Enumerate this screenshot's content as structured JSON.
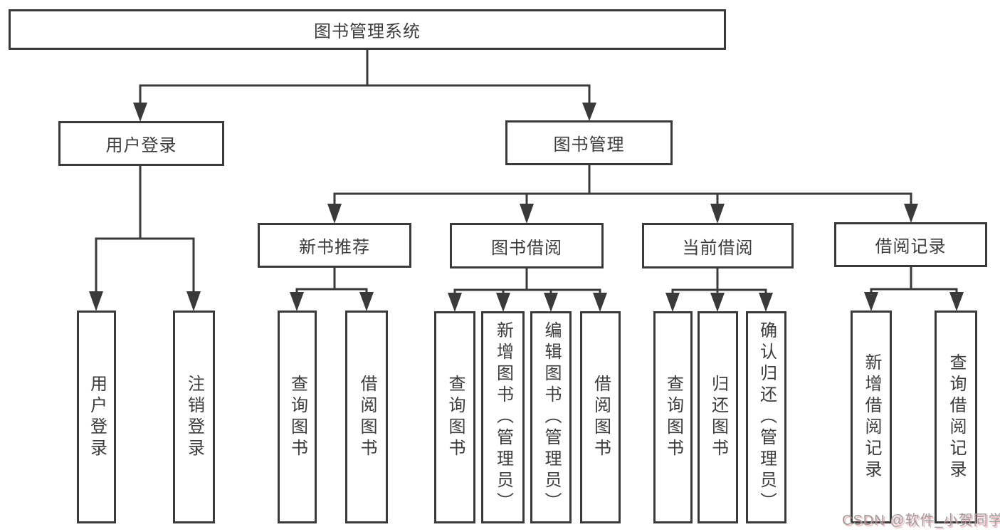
{
  "diagram_title": "图书管理系统",
  "nodes": {
    "root": "图书管理系统",
    "l2_user_login": "用户登录",
    "l2_book_mgmt": "图书管理",
    "l3_new_book": "新书推荐",
    "l3_book_borrow": "图书借阅",
    "l3_current_borrow": "当前借阅",
    "l3_borrow_record": "借阅记录",
    "leaf_user_login": "用户登录",
    "leaf_logout_login": "注销登录",
    "leaf_nb_query_book": "查询图书",
    "leaf_nb_borrow_book": "借阅图书",
    "leaf_bb_query_book": "查询图书",
    "leaf_bb_add_book": "新增图书（管理员）",
    "leaf_bb_edit_book": "编辑图书（管理员）",
    "leaf_bb_borrow_book": "借阅图书",
    "leaf_cb_query_book": "查询图书",
    "leaf_cb_return_book": "归还图书",
    "leaf_cb_confirm_return": "确认归还（管理员）",
    "leaf_br_add_record": "新增借阅记录",
    "leaf_br_query_record": "查询借阅记录"
  },
  "hierarchy": {
    "图书管理系统": {
      "用户登录": [
        "用户登录",
        "注销登录"
      ],
      "图书管理": {
        "新书推荐": [
          "查询图书",
          "借阅图书"
        ],
        "图书借阅": [
          "查询图书",
          "新增图书（管理员）",
          "编辑图书（管理员）",
          "借阅图书"
        ],
        "当前借阅": [
          "查询图书",
          "归还图书",
          "确认归还（管理员）"
        ],
        "借阅记录": [
          "新增借阅记录",
          "查询借阅记录"
        ]
      }
    }
  },
  "watermark": "CSDN @软件_小贺同学",
  "colors": {
    "line": "#3a3a3a",
    "text": "#3c3c3c",
    "background": "#ffffff",
    "watermark_gray": "#9e9e9e",
    "watermark_shadow": "#de7882"
  }
}
